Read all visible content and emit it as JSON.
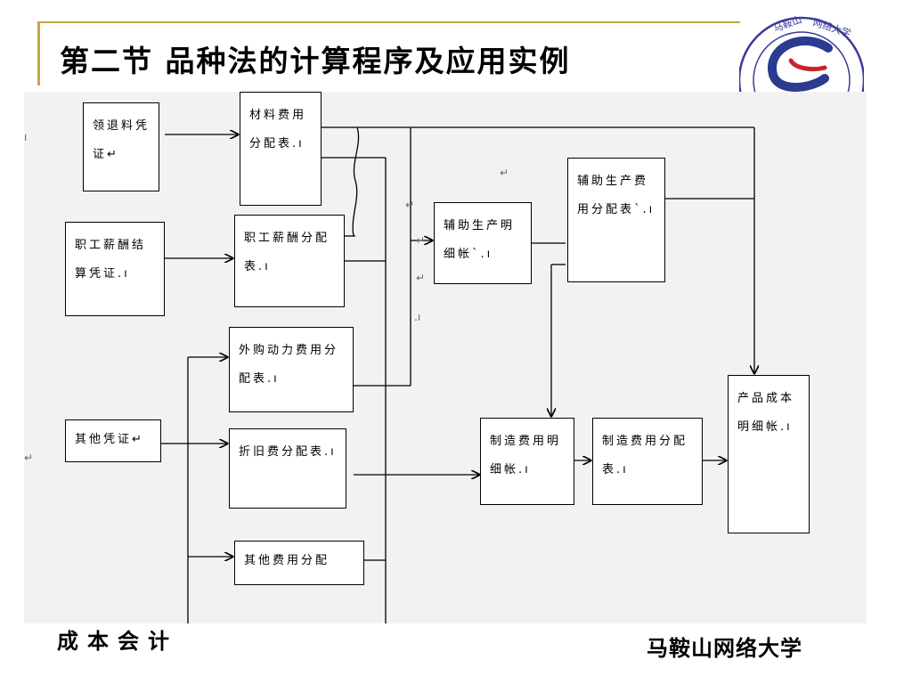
{
  "title": "第二节  品种法的计算程序及应用实例",
  "boxes": {
    "b1": "领退料凭证↵",
    "b2": "职工薪酬结算凭证.ı",
    "b3": "其他凭证↵",
    "b4": "材料费用分配表.ı",
    "b5": "职工薪酬分配表.ı",
    "b6": "外购动力费用分配表.ı",
    "b7": "折旧费分配表.ı",
    "b8": "其他费用分配",
    "b9": "辅助生产明细帐`.ı",
    "b10": "辅助生产费用分配表`.ı",
    "b11": "制造费用明细帐.ı",
    "b12": "制造费用分配表.ı",
    "b13": "产品成本明细帐.ı"
  },
  "marks": {
    "m1": "↵",
    "m2": "↵",
    "m3": "↵",
    "m4": "↵",
    "m5": ".ı",
    "m6": "↵",
    "m7": "ı"
  },
  "footer": {
    "course": "成本会计",
    "school": "马鞍山网络大学"
  },
  "logo_text": "马鞍山网络大学"
}
